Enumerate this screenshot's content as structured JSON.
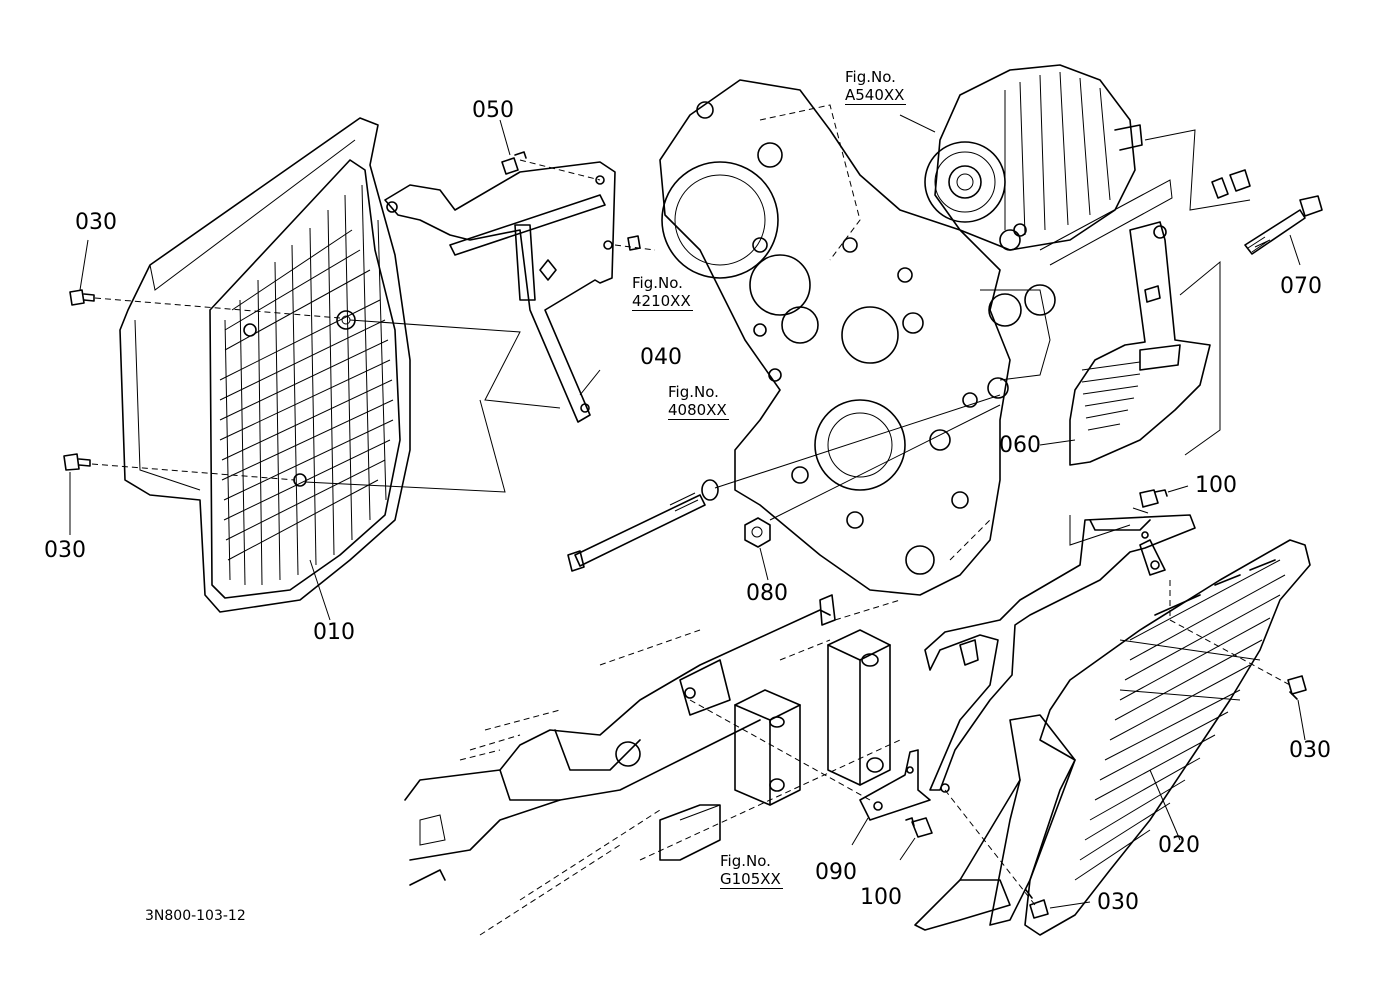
{
  "drawing_code": "3N800-103-12",
  "part_labels": {
    "p010": "010",
    "p020": "020",
    "p030_top_left": "030",
    "p030_bottom_left": "030",
    "p030_right": "030",
    "p030_bottom": "030",
    "p040": "040",
    "p050": "050",
    "p060": "060",
    "p070": "070",
    "p080": "080",
    "p090": "090",
    "p100_top": "100",
    "p100_bottom": "100"
  },
  "figure_refs": {
    "fig_a540": {
      "prefix": "Fig.No.",
      "number": "A540XX"
    },
    "fig_4210": {
      "prefix": "Fig.No.",
      "number": "4210XX"
    },
    "fig_4080": {
      "prefix": "Fig.No.",
      "number": "4080XX"
    },
    "fig_g105": {
      "prefix": "Fig.No.",
      "number": "G105XX"
    }
  }
}
